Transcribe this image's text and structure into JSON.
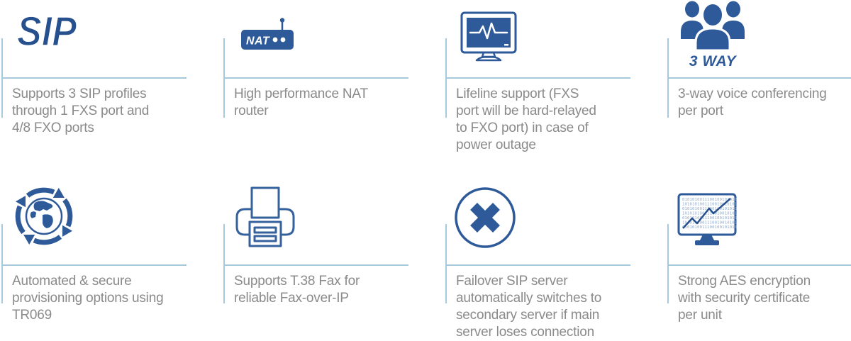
{
  "colors": {
    "icon_blue": "#2e5a99",
    "logo_blue": "#27508e",
    "outline_blue": "#35619d",
    "line_blue": "#a7c9de",
    "text_gray": "#8a8a8a"
  },
  "features": [
    {
      "name": "sip-profiles",
      "icon": "sip-logo",
      "icon_label": "SIP",
      "lines": [
        "Supports 3 SIP profiles",
        "through 1 FXS port and",
        "4/8 FXO ports"
      ]
    },
    {
      "name": "nat-router",
      "icon": "nat-router-icon",
      "icon_label": "NAT",
      "lines": [
        "High performance NAT",
        "router"
      ]
    },
    {
      "name": "lifeline-support",
      "icon": "monitor-heartbeat-icon",
      "lines": [
        "Lifeline support (FXS",
        "port will be hard-relayed",
        "to FXO port) in case of",
        "power outage"
      ]
    },
    {
      "name": "three-way-conferencing",
      "icon": "group-people-icon",
      "icon_label": "3 WAY",
      "lines": [
        "3-way voice conferencing",
        "per port"
      ]
    },
    {
      "name": "auto-provisioning",
      "icon": "globe-sync-icon",
      "lines": [
        "Automated & secure",
        "provisioning options using",
        "TR069"
      ]
    },
    {
      "name": "t38-fax",
      "icon": "fax-printer-icon",
      "lines": [
        "Supports T.38 Fax for",
        "reliable Fax-over-IP"
      ]
    },
    {
      "name": "sip-failover",
      "icon": "circle-x-icon",
      "lines": [
        "Failover SIP server",
        "automatically switches to",
        "secondary server if main",
        "server loses connection"
      ]
    },
    {
      "name": "aes-encryption",
      "icon": "binary-monitor-icon",
      "binary_rows": [
        "0101010011100100101010",
        "1010101001110010010101",
        "0101010011100100101010",
        "1010101001110010010101",
        "0101010011100100101010",
        "1010101001110010010101",
        "0101010011100100101010"
      ],
      "lines": [
        "Strong AES encryption",
        "with security certificate",
        "per unit"
      ]
    }
  ]
}
